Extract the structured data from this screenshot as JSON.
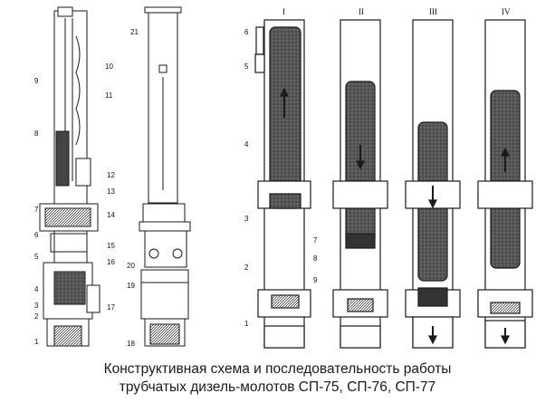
{
  "figure": {
    "roman_numerals": [
      "I",
      "II",
      "III",
      "IV"
    ],
    "left_labels": [
      "1",
      "2",
      "3",
      "4",
      "5",
      "6",
      "7",
      "8",
      "9",
      "10",
      "11",
      "12",
      "13",
      "14",
      "15",
      "16",
      "17"
    ],
    "center_labels": [
      "18",
      "19",
      "20",
      "21"
    ],
    "stage1_labels": [
      "1",
      "2",
      "3",
      "4",
      "5",
      "6",
      "7",
      "8",
      "9"
    ]
  },
  "caption": {
    "line1": "Конструктивная схема и последовательность работы",
    "line2": "трубчатых дизель-молотов    СП-75, СП-76, СП-77"
  },
  "colors": {
    "ink": "#1a1a1a",
    "shade": "#6b6b6b",
    "dark": "#3a3a3a"
  }
}
